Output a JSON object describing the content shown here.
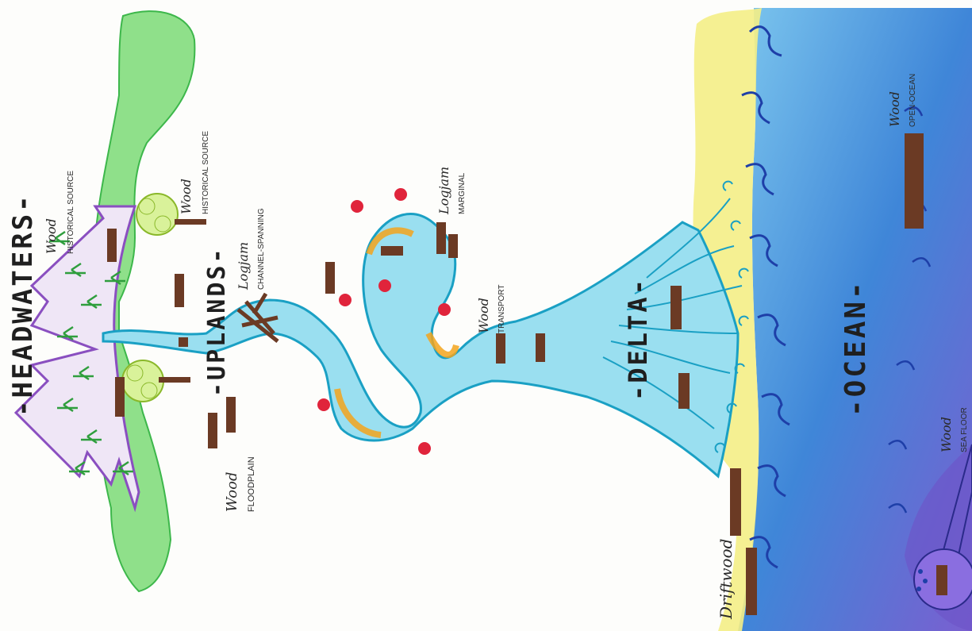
{
  "zones": {
    "headwaters": "-HEADWATERS-",
    "uplands": "-UPLANDS-",
    "delta": "-DELTA-",
    "ocean": "-OCEAN-"
  },
  "labels": {
    "hist_source_1": {
      "title": "Wood",
      "sub": "HISTORICAL SOURCE"
    },
    "hist_source_2": {
      "title": "Wood",
      "sub": "HISTORICAL SOURCE"
    },
    "floodplain": {
      "title": "Wood",
      "sub": "FLOODPLAIN"
    },
    "channel_spanning": {
      "title": "Logjam",
      "sub": "CHANNEL-SPANNING"
    },
    "marginal": {
      "title": "Logjam",
      "sub": "MARGINAL"
    },
    "transport": {
      "title": "Wood",
      "sub": "TRANSPORT"
    },
    "driftwood": {
      "title": "Driftwood"
    },
    "open_ocean": {
      "title": "Wood",
      "sub": "OPEN-OCEAN"
    },
    "sea_floor": {
      "title": "Wood",
      "sub": "SEA FLOOR"
    }
  },
  "colors": {
    "river": "#7dd3ea",
    "river_edge": "#1aa0c4",
    "land": "#8fe08a",
    "land_edge": "#3db74b",
    "mountain": "#8a4fc0",
    "sand": "#f4ee86",
    "ocean": "#3f86d8",
    "deep": "#6d55c8",
    "log": "#6b3a24",
    "bank": "#f3a51c"
  }
}
